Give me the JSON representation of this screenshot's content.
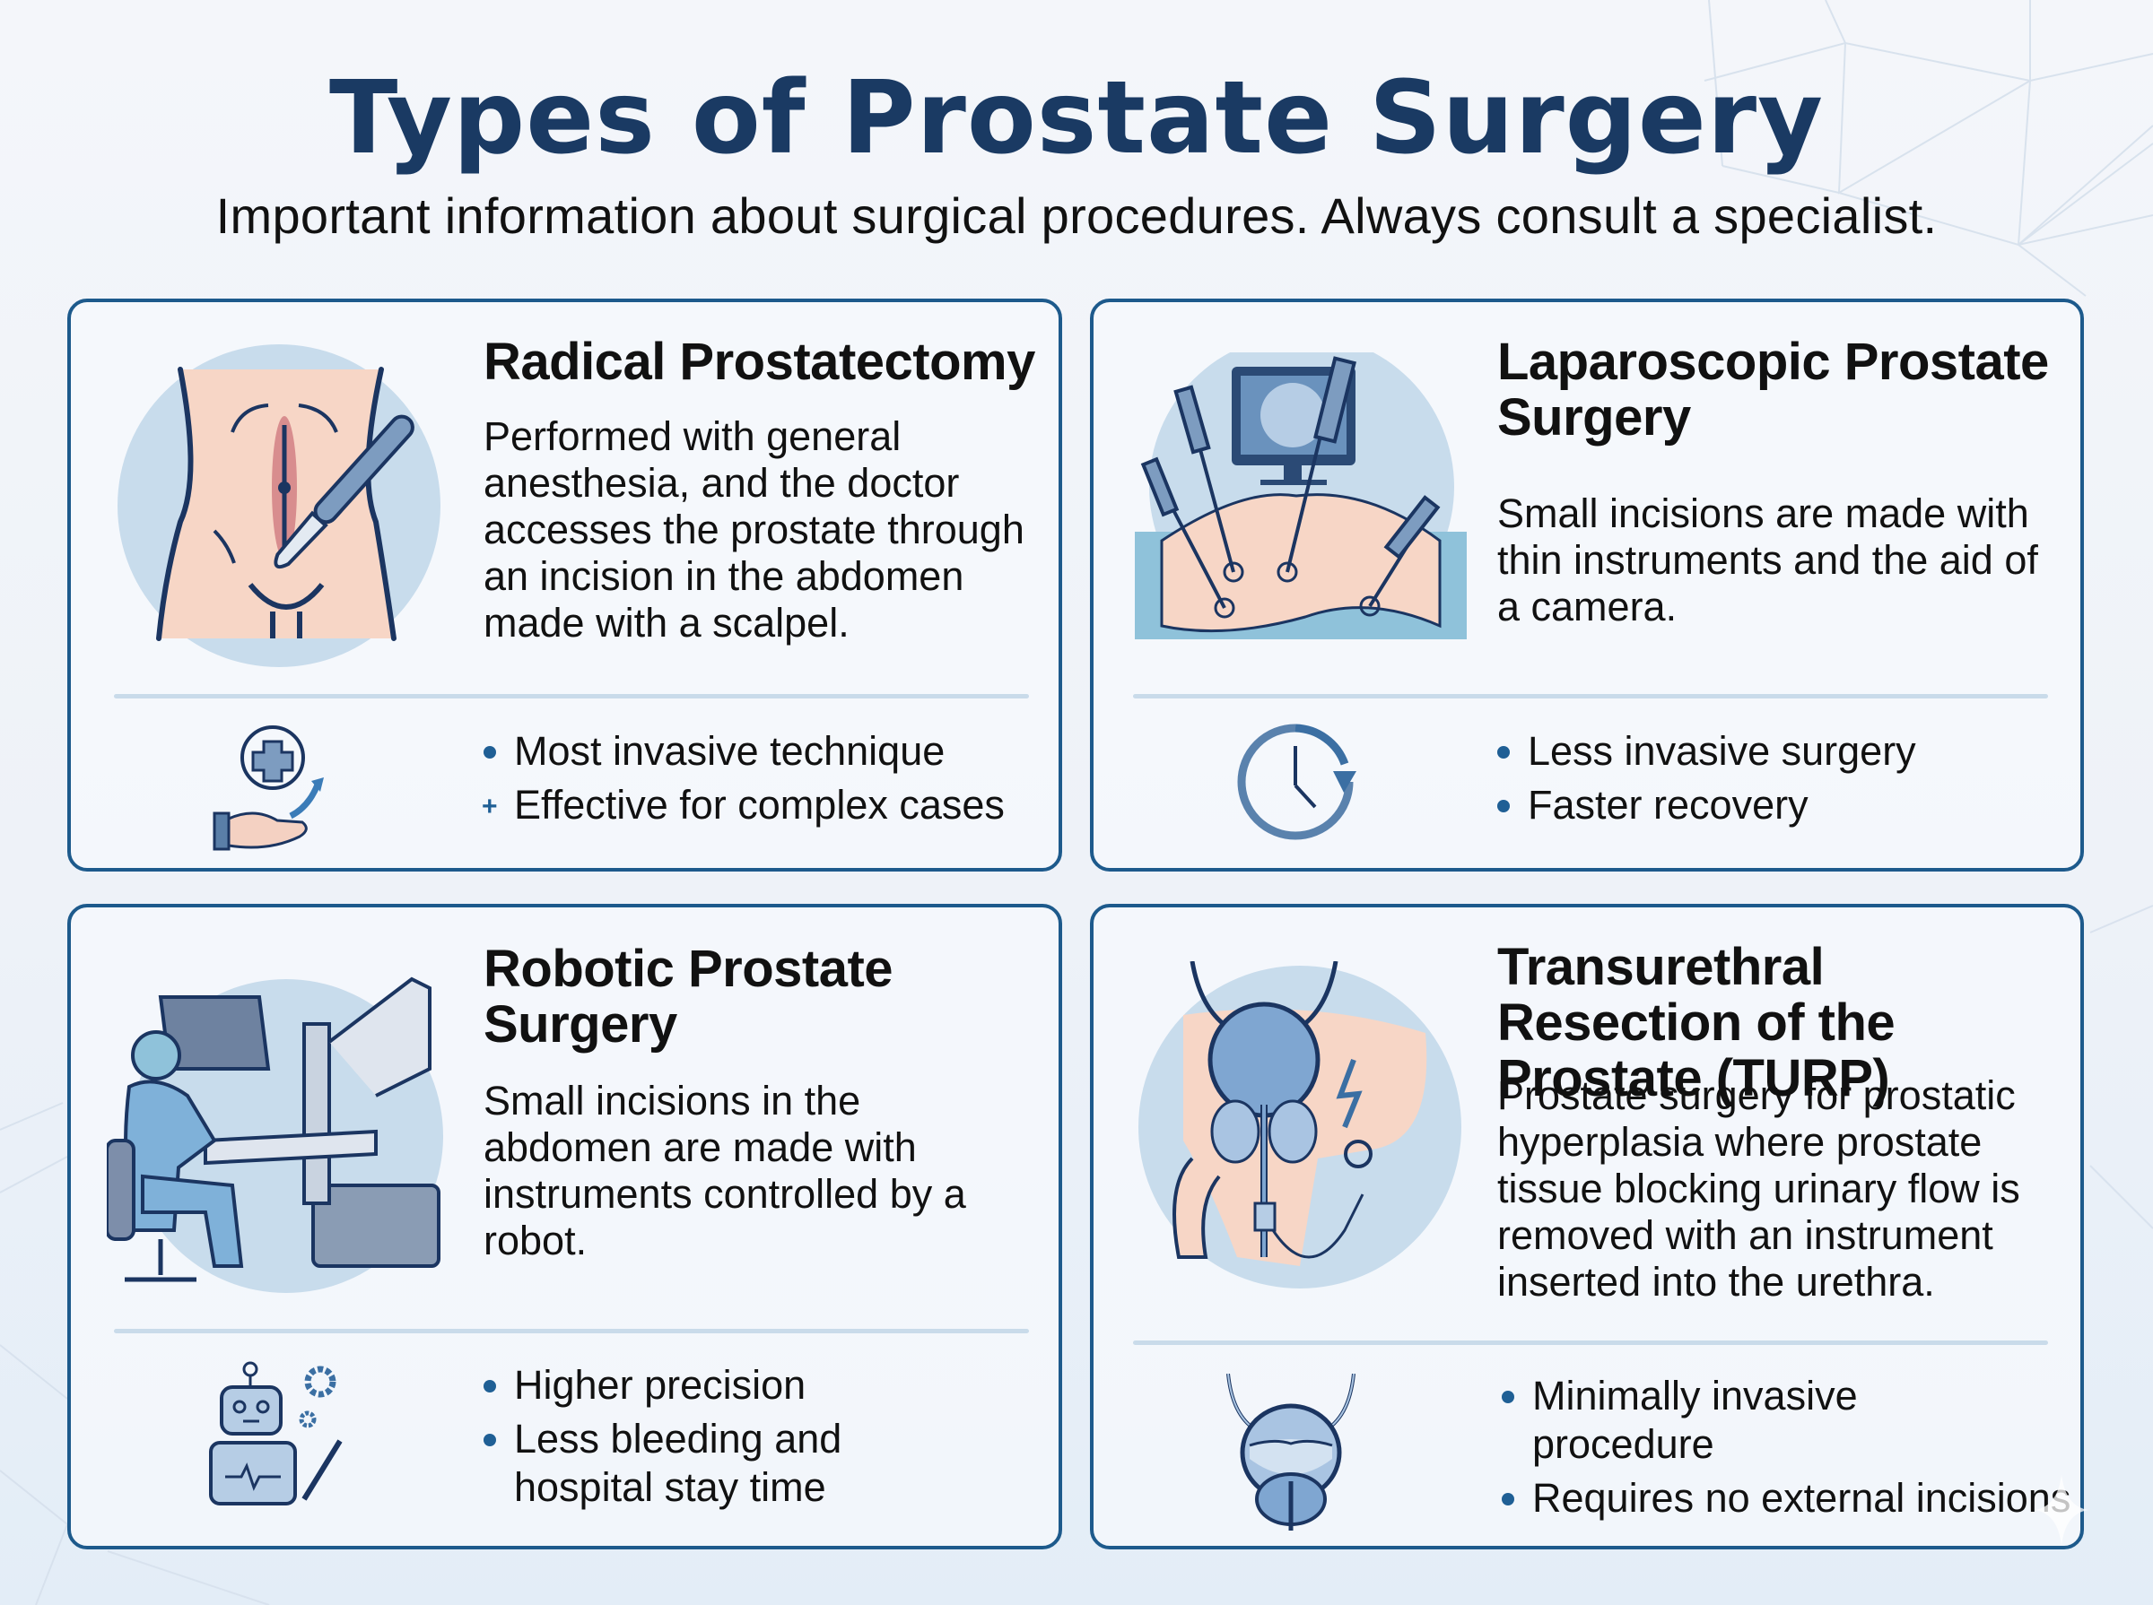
{
  "header": {
    "title": "Types of Prostate Surgery",
    "subtitle": "Important information about surgical procedures. Always consult a specialist."
  },
  "colors": {
    "title": "#1a3a63",
    "card_border": "#1d5a8c",
    "bullet": "#1f5f95",
    "divider": "#c9dbea",
    "illustration_circle": "#c8dcec",
    "skin": "#f7d6c6",
    "outline": "#1b3561"
  },
  "cards": [
    {
      "title": "Radical Prostatectomy",
      "description": "Performed with general anesthesia, and the doctor accesses the prostate through an incision in the abdomen made with a scalpel.",
      "illustration": "abdomen-incision-scalpel-illustration",
      "icon": "hand-medical-cross-icon",
      "bullets": [
        "Most invasive technique",
        "Effective for complex cases"
      ]
    },
    {
      "title": "Laparoscopic Prostate Surgery",
      "description": "Small incisions are made with thin instruments and the aid of a camera.",
      "illustration": "laparoscopic-instruments-monitor-illustration",
      "icon": "clock-recovery-icon",
      "bullets": [
        "Less invasive surgery",
        "Faster recovery"
      ]
    },
    {
      "title": "Robotic Prostate Surgery",
      "description": "Small incisions in the abdomen are made with instruments controlled by a robot.",
      "illustration": "surgeon-robot-console-illustration",
      "icon": "robot-gear-scalpel-icon",
      "bullets": [
        "Higher precision",
        "Less bleeding and hospital stay time"
      ]
    },
    {
      "title": "Transurethral Resection of the Prostate (TURP)",
      "description": "Prostate surgery for prostatic hyperplasia where prostate tissue blocking urinary flow is removed with an instrument inserted into the urethra.",
      "illustration": "bladder-prostate-resectoscope-illustration",
      "icon": "bladder-icon",
      "bullets": [
        "Minimally invasive procedure",
        "Requires no external incisions"
      ]
    }
  ]
}
